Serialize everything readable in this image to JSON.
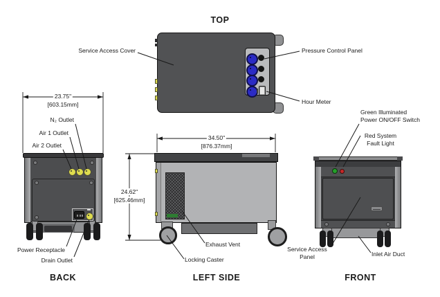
{
  "diagram": {
    "views": {
      "top": {
        "title": "TOP",
        "labels": {
          "service_access_cover": "Service Access Cover",
          "pressure_control_panel": "Pressure Control Panel",
          "hour_meter": "Hour Meter"
        }
      },
      "back": {
        "caption": "BACK",
        "labels": {
          "n2_outlet": "N₂ Outlet",
          "air1_outlet": "Air 1 Outlet",
          "air2_outlet": "Air 2 Outlet",
          "power_receptacle": "Power Receptacle",
          "drain_outlet": "Drain Outlet"
        },
        "dimensions": {
          "width_in": "23.75\"",
          "width_mm": "[603.15mm]"
        }
      },
      "left_side": {
        "caption": "LEFT SIDE",
        "labels": {
          "exhaust_vent": "Exhaust Vent",
          "locking_caster": "Locking Caster"
        },
        "dimensions": {
          "length_in": "34.50\"",
          "length_mm": "[876.37mm]",
          "height_in": "24.62\"",
          "height_mm": "[625.46mm]"
        }
      },
      "front": {
        "caption": "FRONT",
        "labels": {
          "power_switch_line1": "Green Illuminated",
          "power_switch_line2": "Power ON/OFF Switch",
          "fault_light_line1": "Red System",
          "fault_light_line2": "Fault Light",
          "service_access_panel_line1": "Service Access",
          "service_access_panel_line2": "Panel",
          "inlet_air_duct": "Inlet Air Duct"
        }
      }
    },
    "colors": {
      "dark_gray": "#515254",
      "panel_gray": "#4e4f51",
      "body_light_gray": "#b2b3b5",
      "rail_gray": "#9fa0a2",
      "control_panel_gray": "#babbbd",
      "knob_blue": "#2b2bc4",
      "outlet_yellow": "#dedc4e",
      "indicator_green": "#25a02a",
      "indicator_red": "#c62828",
      "drain_fitting_green": "#2e7d32",
      "line_black": "#1a1a1a"
    }
  }
}
